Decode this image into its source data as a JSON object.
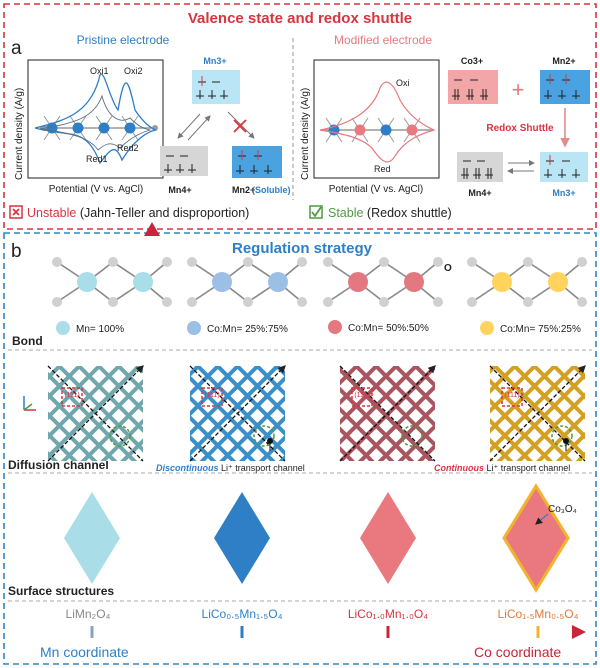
{
  "panel_a": {
    "title": "Valence state and redox shuttle",
    "label": "a",
    "pristine": {
      "heading": "Pristine electrode",
      "ylabel": "Current density (A/g)",
      "xlabel": "Potential (V vs. AgCl)",
      "peaks": [
        "Oxi1",
        "Oxi2",
        "Red1",
        "Red2"
      ],
      "ions": [
        "Mn3+",
        "Mn4+",
        "Mn2+",
        "(Soluble)"
      ],
      "status_word": "Unstable",
      "status_detail": " (Jahn-Teller and disproportion)"
    },
    "modified": {
      "heading": "Modified electrode",
      "ylabel": "Current density (A/g)",
      "xlabel": "Potential (V vs. AgCl)",
      "peaks": [
        "Oxi",
        "Red"
      ],
      "ions": [
        "Co3+",
        "Mn2+",
        "Mn4+",
        "Mn3+"
      ],
      "shuttle": "Redox Shuttle",
      "status_word": "Stable",
      "status_detail": " (Redox shuttle)"
    }
  },
  "panel_b": {
    "label": "b",
    "title": "Regulation strategy",
    "rows": [
      "Bond",
      "Diffusion channel",
      "Surface structures"
    ],
    "oxygen_label": "O",
    "compositions": [
      "Mn= 100%",
      "Co:Mn= 25%:75%",
      "Co:Mn= 50%:50%",
      "Co:Mn= 75%:25%"
    ],
    "miller": "(111)",
    "channel_notes": {
      "discontinuous": "Discontinuous",
      "continuous": "Continuous",
      "rest": " Li⁺ transport channel"
    },
    "coating": "Co₃O₄",
    "formulas": [
      "LiMn₂O₄",
      "LiCo₀.₅Mn₁.₅O₄",
      "LiCo₁.₀Mn₁.₀O₄",
      "LiCo₁.₅Mn₀.₅O₄"
    ],
    "axis_left": "Mn coordinate",
    "axis_right": "Co coordinate"
  },
  "colors": {
    "red_border": "#d9343f",
    "blue_border": "#2f86c6",
    "mn": "#a9dde8",
    "co25": "#9bbfe5",
    "co50": "#e37880",
    "co75": "#ffd35c",
    "bright_blue": "#2e7fc6",
    "pink": "#e9797f"
  }
}
